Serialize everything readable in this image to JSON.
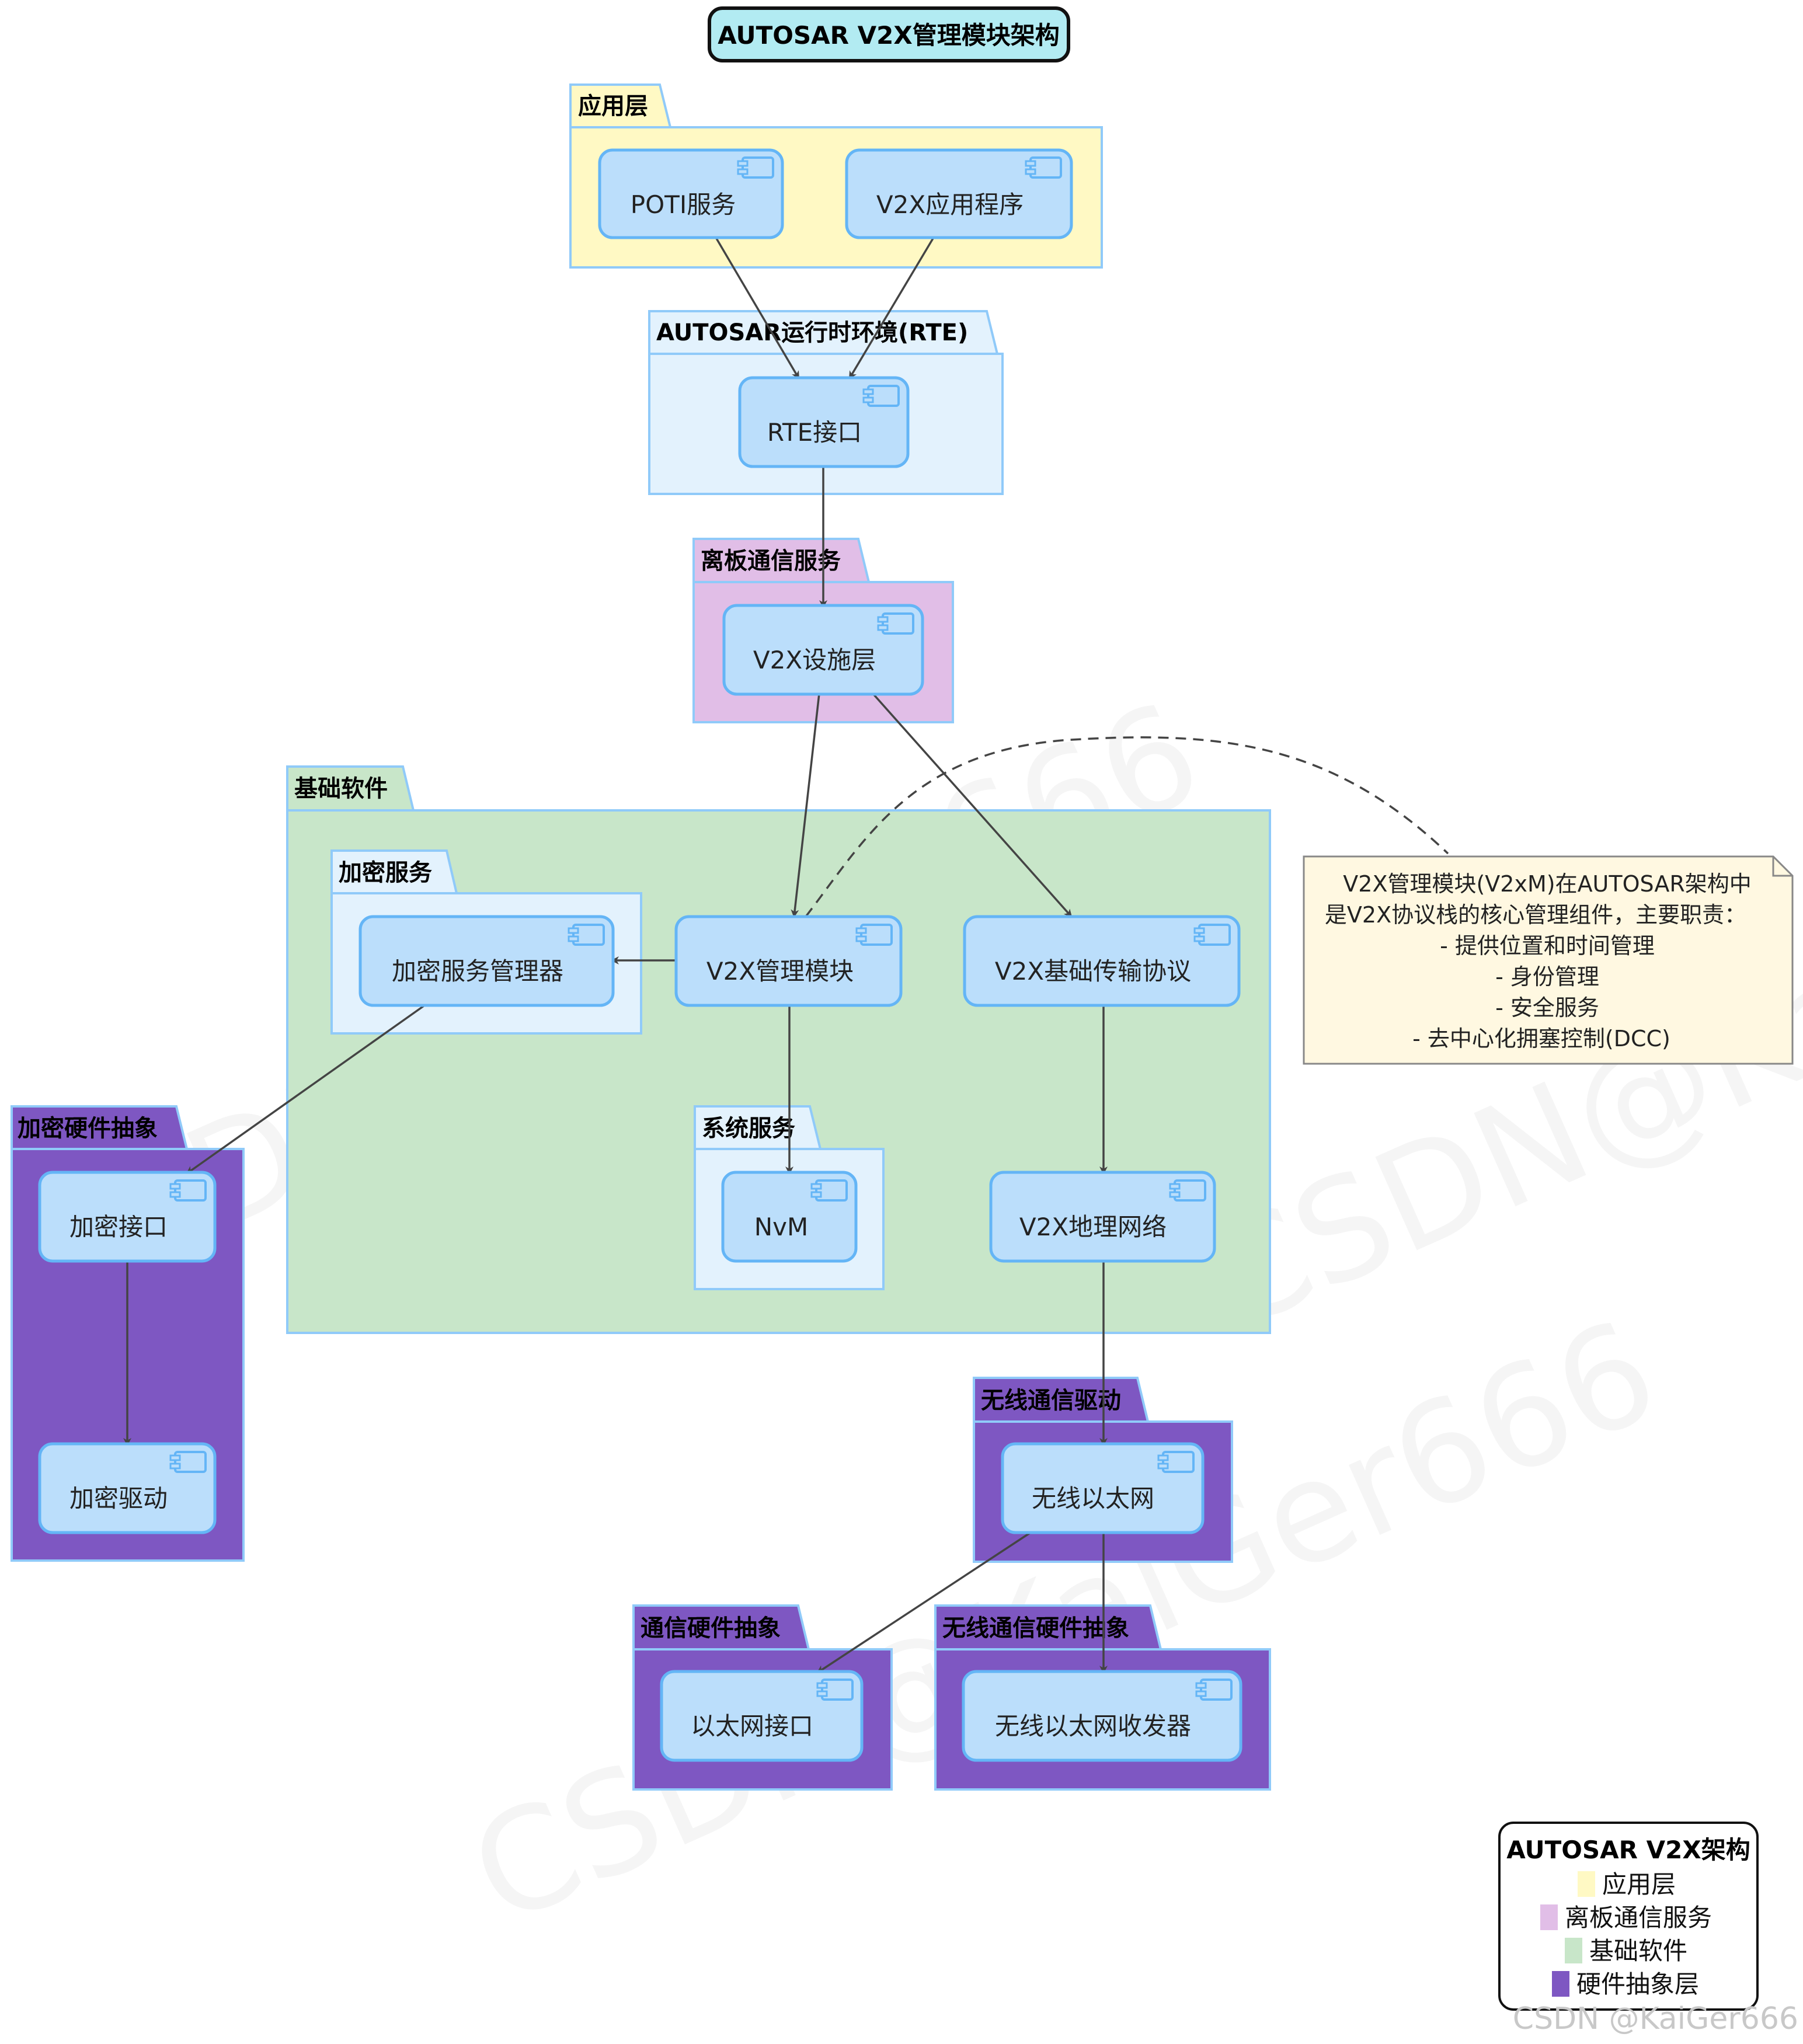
{
  "title": "AUTOSAR V2X管理模块架构",
  "colors": {
    "app_layer": "#fff9c4",
    "rte": "#e3f2fd",
    "offboard": "#e1bee7",
    "bsw": "#c8e6c9",
    "sub_package": "#e3f2fd",
    "hw_abstraction": "#7e57c2",
    "component_fill": "#bbdefb",
    "component_border": "#64b5f6",
    "note_fill": "#fff8e1"
  },
  "packages": {
    "app": "应用层",
    "rte": "AUTOSAR运行时环境(RTE)",
    "offboard": "离板通信服务",
    "bsw": "基础软件",
    "crypto_service": "加密服务",
    "system_service": "系统服务",
    "crypto_hw": "加密硬件抽象",
    "wireless_driver": "无线通信驱动",
    "comm_hw": "通信硬件抽象",
    "wireless_hw": "无线通信硬件抽象"
  },
  "components": {
    "poti": "POTI服务",
    "v2x_app": "V2X应用程序",
    "rte_if": "RTE接口",
    "v2x_facilities": "V2X设施层",
    "crypto_mgr": "加密服务管理器",
    "v2xm": "V2X管理模块",
    "btp": "V2X基础传输协议",
    "nvm": "NvM",
    "geonet": "V2X地理网络",
    "crypto_if": "加密接口",
    "crypto_drv": "加密驱动",
    "wethif": "无线以太网",
    "eth_if": "以太网接口",
    "wethtrcv": "无线以太网收发器"
  },
  "note": {
    "lines": [
      "V2X管理模块(V2xM)在AUTOSAR架构中",
      "是V2X协议栈的核心管理组件，主要职责：",
      "- 提供位置和时间管理",
      "- 身份管理",
      "- 安全服务",
      "- 去中心化拥塞控制(DCC)"
    ]
  },
  "legend": {
    "title": "AUTOSAR V2X架构",
    "items": [
      {
        "label": "应用层",
        "color": "#fff9c4"
      },
      {
        "label": "离板通信服务",
        "color": "#e1bee7"
      },
      {
        "label": "基础软件",
        "color": "#c8e6c9"
      },
      {
        "label": "硬件抽象层",
        "color": "#7e57c2"
      }
    ]
  },
  "watermark": "CSDN@KaiGer666",
  "footer": "CSDN @KaiGer666"
}
